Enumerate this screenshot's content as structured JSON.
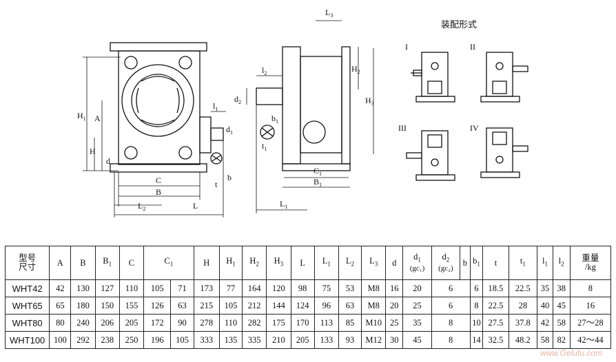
{
  "drawing": {
    "front_labels": {
      "H1": "H",
      "H1s": "1",
      "A": "A",
      "H": "H",
      "d": "d",
      "C": "C",
      "B": "B",
      "L2": "L",
      "L2s": "2",
      "L": "L",
      "l1": "l",
      "l1s": "1",
      "d1": "d",
      "d1s": "1",
      "b": "b",
      "t": "t"
    },
    "side_labels": {
      "L3": "L",
      "L3s": "3",
      "l2": "l",
      "l2s": "2",
      "d2": "d",
      "d2s": "2",
      "H2": "H",
      "H2s": "2",
      "H3": "H",
      "H3s": "3",
      "b1": "b",
      "b1s": "1",
      "t1": "t",
      "t1s": "1",
      "C1": "C",
      "C1s": "1",
      "B1": "B",
      "B1s": "1",
      "L1": "L",
      "L1s": "1"
    },
    "assembly_title": "装配形式",
    "assembly_forms": [
      "I",
      "II",
      "III",
      "IV"
    ]
  },
  "table": {
    "header_row": [
      {
        "top": "型号",
        "bottom": "尺寸"
      },
      {
        "t": "A"
      },
      {
        "t": "B"
      },
      {
        "t": "B",
        "s": "1"
      },
      {
        "t": "C"
      },
      {
        "t": "C",
        "s": "1"
      },
      {
        "t": "H"
      },
      {
        "t": "H",
        "s": "1"
      },
      {
        "t": "H",
        "s": "2"
      },
      {
        "t": "H",
        "s": "3"
      },
      {
        "t": "L"
      },
      {
        "t": "L",
        "s": "1"
      },
      {
        "t": "L",
        "s": "2"
      },
      {
        "t": "L",
        "s": "3"
      },
      {
        "t": "d"
      },
      {
        "t": "d",
        "s": "1",
        "extra": "(gc₁)"
      },
      {
        "t": "d",
        "s": "2",
        "extra": "(gc₂)"
      },
      {
        "t": "b"
      },
      {
        "t": "b",
        "s": "1"
      },
      {
        "t": "t"
      },
      {
        "t": "t",
        "s": "1"
      },
      {
        "t": "l",
        "s": "1"
      },
      {
        "t": "l",
        "s": "2"
      },
      {
        "top": "重量",
        "bottom": "/kg"
      }
    ],
    "rows": [
      [
        "WHT42",
        "42",
        "130",
        "127",
        "110",
        "105",
        "71",
        "173",
        "77",
        "164",
        "120",
        "98",
        "75",
        "53",
        "M8",
        "16",
        "20",
        "6",
        "",
        "6",
        "18.5",
        "22.5",
        "35",
        "38",
        "8"
      ],
      [
        "WHT65",
        "65",
        "180",
        "150",
        "155",
        "126",
        "63",
        "215",
        "105",
        "212",
        "144",
        "124",
        "96",
        "63",
        "M8",
        "20",
        "25",
        "6",
        "",
        "8",
        "22.5",
        "28",
        "40",
        "45",
        "16"
      ],
      [
        "WHT80",
        "80",
        "240",
        "206",
        "205",
        "172",
        "90",
        "278",
        "110",
        "282",
        "175",
        "170",
        "113",
        "85",
        "M10",
        "25",
        "35",
        "8",
        "",
        "10",
        "27.5",
        "37.8",
        "42",
        "58",
        "27～28"
      ],
      [
        "WHT100",
        "100",
        "292",
        "238",
        "250",
        "196",
        "105",
        "333",
        "135",
        "335",
        "210",
        "205",
        "133",
        "93",
        "M12",
        "30",
        "45",
        "8",
        "",
        "14",
        "32.5",
        "48.2",
        "58",
        "82",
        "42～44"
      ]
    ]
  },
  "watermark": "www.Gelutu.com"
}
